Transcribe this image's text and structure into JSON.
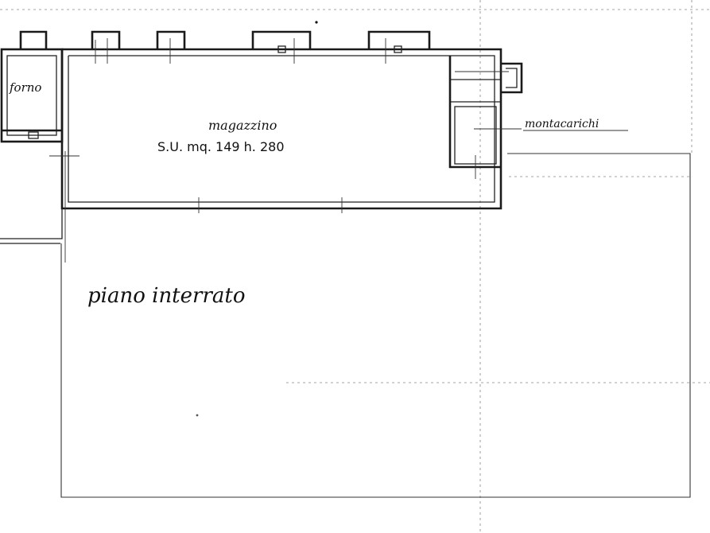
{
  "labels": {
    "forno": "forno",
    "magazzino": "magazzino",
    "area_note": "S.U. mq. 149   h. 280",
    "montacarichi": "montacarichi",
    "piano_interrato": "piano interrato"
  }
}
